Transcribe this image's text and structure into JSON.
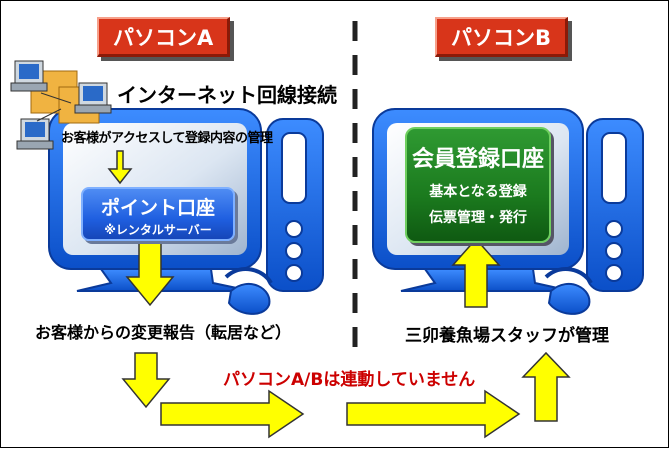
{
  "left_header": "パソコンA",
  "right_header": "パソコンB",
  "internet_label": "インターネット回線接続",
  "customer_access_label": "お客様がアクセスして登録内容の管理",
  "point_account": {
    "title": "ポイント口座",
    "note": "※レンタルサーバー"
  },
  "member_account": {
    "title": "会員登録口座",
    "line1": "基本となる登録",
    "line2": "伝票管理・発行"
  },
  "change_report_label": "お客様からの変更報告（転居など）",
  "staff_label": "三卯養魚場スタッフが管理",
  "not_linked_label": "パソコンA/Bは連動していません",
  "colors": {
    "header_red": "#d8351a",
    "monitor_blue": "#1e6ee6",
    "arrow_yellow": "#ffff00",
    "green_box": "#1b7a1e",
    "note_red": "#cc0000"
  },
  "icons": [
    "network-computers-icon",
    "computer-a-icon",
    "computer-b-icon"
  ]
}
